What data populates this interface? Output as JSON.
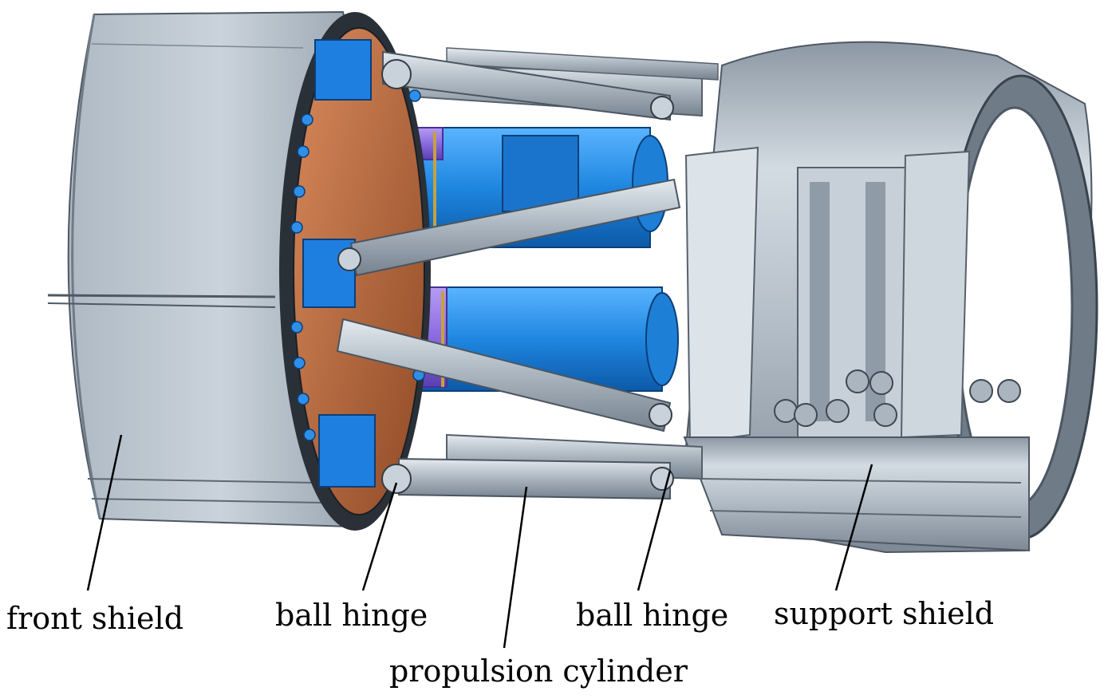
{
  "labels": {
    "front_shield": "front shield",
    "ball_hinge_left": "ball hinge",
    "ball_hinge_right": "ball hinge",
    "support_shield": "support shield",
    "propulsion_cylinder": "propulsion cylinder"
  },
  "colors": {
    "shield_gray": "#b9c3cd",
    "shield_dark": "#7f8b97",
    "cylinder_blue": "#1f86e0",
    "cylinder_purple": "#8a6ae0",
    "plate_copper": "#b8693e",
    "rod_gray": "#a8b4bf"
  }
}
